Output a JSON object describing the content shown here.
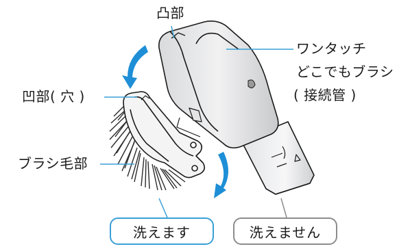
{
  "labels": {
    "convex": "凸部",
    "concave": "凹部( 穴 )",
    "bristles": "ブラシ毛部",
    "nozzle_line1": "ワンタッチ",
    "nozzle_line2": "どこでもブラシ",
    "nozzle_line3": "( 接続管 )"
  },
  "badges": {
    "washable": "洗えます",
    "not_washable": "洗えません"
  },
  "colors": {
    "accent_blue": "#3a9fd6",
    "arrow_blue": "#1e8fd6",
    "gray": "#8c8c8c",
    "line": "#1a1a1a"
  }
}
